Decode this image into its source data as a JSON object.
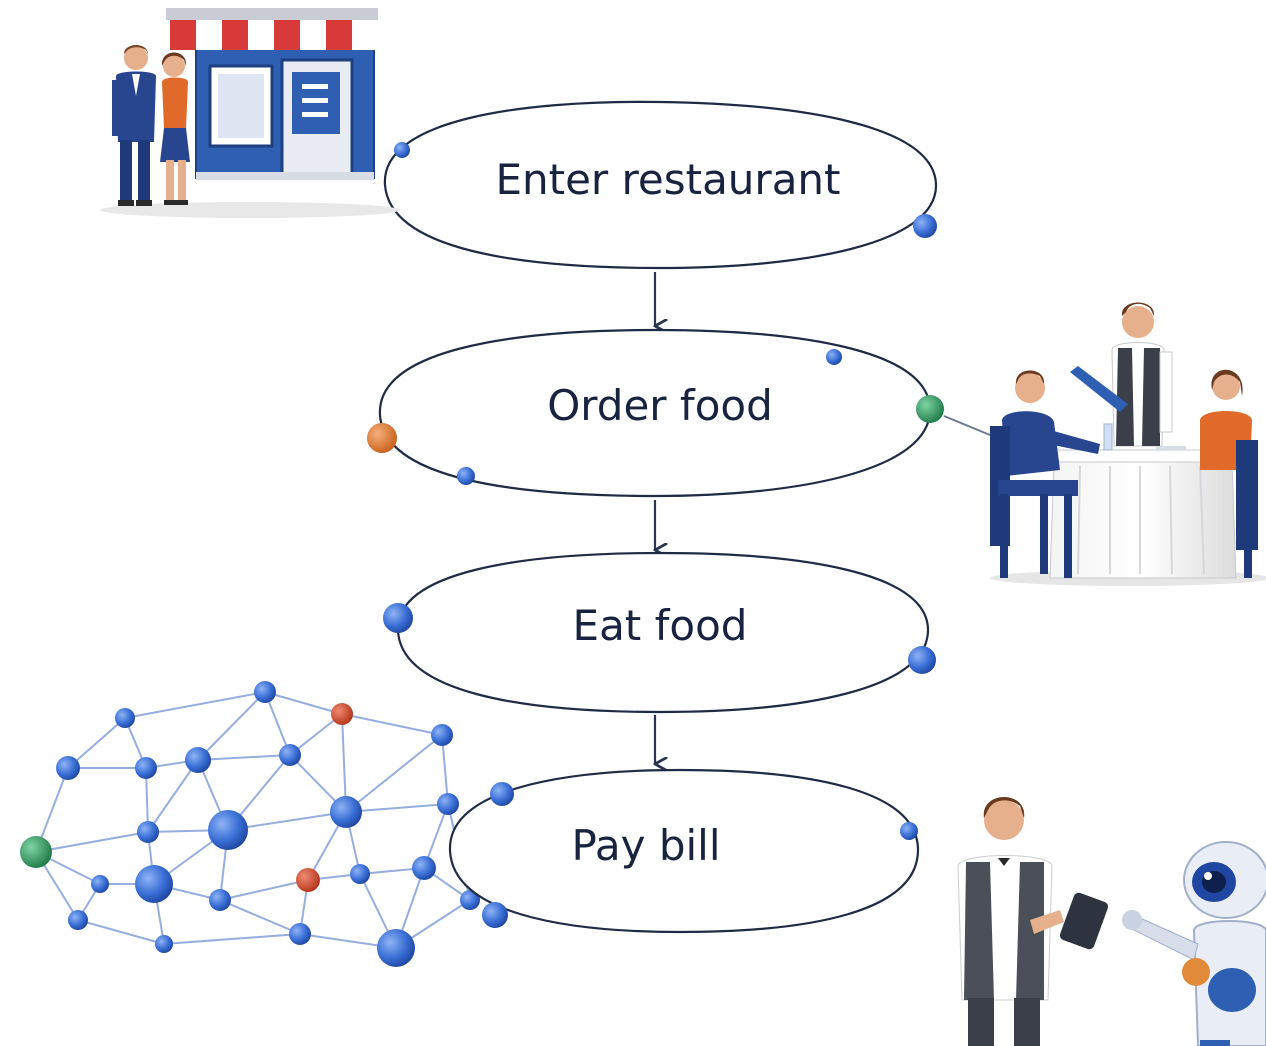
{
  "flow": {
    "steps": [
      {
        "label": "Enter restaurant"
      },
      {
        "label": "Order food"
      },
      {
        "label": "Eat food"
      },
      {
        "label": "Pay bill"
      }
    ]
  },
  "colors": {
    "ellipse_stroke": "#1f2b45",
    "arrow": "#2a3550",
    "node_blue": "#3a6fd6",
    "node_orange": "#e07a2e",
    "node_green": "#2e9a5e",
    "node_red": "#d54a2a",
    "network_edge": "#8aa6dc",
    "awning_red": "#d83a3a",
    "shop_blue": "#2f5fb2",
    "suit_blue": "#27468f",
    "shirt_orange": "#e06a2a"
  },
  "illustrations": [
    "restaurant-storefront-illustration",
    "dining-table-waiter-illustration",
    "neural-network-illustration",
    "waiter-robot-payment-illustration"
  ]
}
